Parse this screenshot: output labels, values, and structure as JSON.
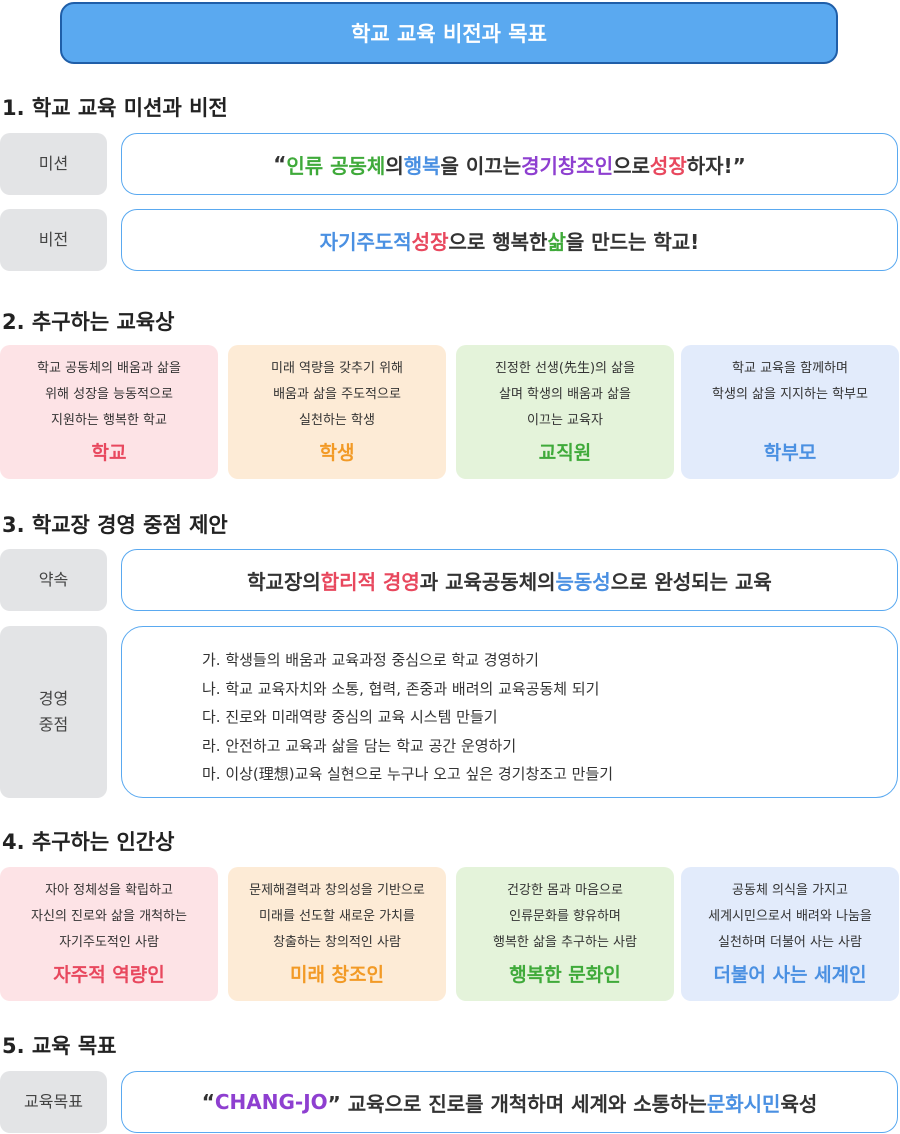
{
  "banner": {
    "title": "학교 교육 비전과 목표"
  },
  "sections": {
    "s1": {
      "title": "1. 학교 교육 미션과 비전"
    },
    "s2": {
      "title": "2. 추구하는 교육상"
    },
    "s3": {
      "title": "3. 학교장 경영 중점 제안"
    },
    "s4": {
      "title": "4. 추구하는 인간상"
    },
    "s5": {
      "title": "5. 교육 목표"
    }
  },
  "mission": {
    "label": "미션",
    "parts": [
      "“",
      "인류 공동체",
      "의 ",
      "행복",
      "을 이끄는 ",
      "경기창조인",
      "으로 ",
      "성장",
      "하자!”"
    ]
  },
  "vision": {
    "label": "비전",
    "parts": [
      "자기주도적",
      " ",
      "성장",
      "으로 행복한 ",
      "삶",
      "을 만드는 학교!"
    ]
  },
  "education_ideal": [
    {
      "lines": [
        "학교 공동체의 배움과  삶을",
        "위해 성장을 능동적으로",
        "지원하는 행복한 학교"
      ],
      "role": "학교"
    },
    {
      "lines": [
        "미래 역량을 갖추기 위해",
        "배움과 삶을 주도적으로",
        "실천하는 학생"
      ],
      "role": "학생"
    },
    {
      "lines": [
        "진정한 선생(先生)의 삶을",
        "살며 학생의 배움과 삶을",
        "이끄는 교육자"
      ],
      "role": "교직원"
    },
    {
      "lines": [
        "학교 교육을 함께하며",
        "학생의 삶을 지지하는 학부모"
      ],
      "role": "학부모"
    }
  ],
  "promise": {
    "label": "약속",
    "parts": [
      "학교장의 ",
      "합리적 경영",
      "과 교육공동체의 ",
      "능동성",
      "으로 완성되는 교육"
    ]
  },
  "focus": {
    "label_line1": "경영",
    "label_line2": "중점",
    "items": [
      "가. 학생들의 배움과 교육과정 중심으로 학교 경영하기",
      "나. 학교 교육자치와 소통, 협력, 존중과 배려의 교육공동체 되기",
      "다. 진로와 미래역량 중심의 교육 시스템 만들기",
      "라. 안전하고 교육과 삶을 담는 학교 공간 운영하기",
      "마. 이상(理想)교육 실현으로 누구나 오고 싶은 경기창조고 만들기"
    ]
  },
  "human_ideal": [
    {
      "lines": [
        "자아 정체성을 확립하고",
        "자신의 진로와 삶을 개척하는",
        "자기주도적인 사람"
      ],
      "role": "자주적 역량인"
    },
    {
      "lines": [
        "문제해결력과 창의성을 기반으로",
        "미래를 선도할 새로운 가치를",
        "창출하는 창의적인 사람"
      ],
      "role": "미래 창조인"
    },
    {
      "lines": [
        "건강한 몸과 마음으로",
        "인류문화를 향유하며",
        "행복한 삶을 추구하는 사람"
      ],
      "role": "행복한 문화인"
    },
    {
      "lines": [
        "공동체 의식을 가지고",
        "세계시민으로서 배려와 나눔을",
        "실천하며 더불어 사는 사람"
      ],
      "role": "더불어 사는 세계인"
    }
  ],
  "goal": {
    "label": "교육목표",
    "parts": [
      "“",
      "CHANG-JO",
      "” 교육으로 진로를 개척하며 세계와 소통하는 ",
      "문화시민",
      " 육성"
    ]
  },
  "colors": {
    "banner_fill": "#5aa9f0",
    "banner_border": "#1f5ea8",
    "box_border": "#5aa9f0",
    "green": "#3faa3a",
    "blue": "#4a90e2",
    "purple": "#8e3fd0",
    "red": "#e8485e",
    "orange": "#f29a26",
    "card_pink": "#fde3e6",
    "card_peach": "#fdebd6",
    "card_green": "#e4f3da",
    "card_blue": "#e2ebfb",
    "label_gray": "#e3e4e6"
  }
}
